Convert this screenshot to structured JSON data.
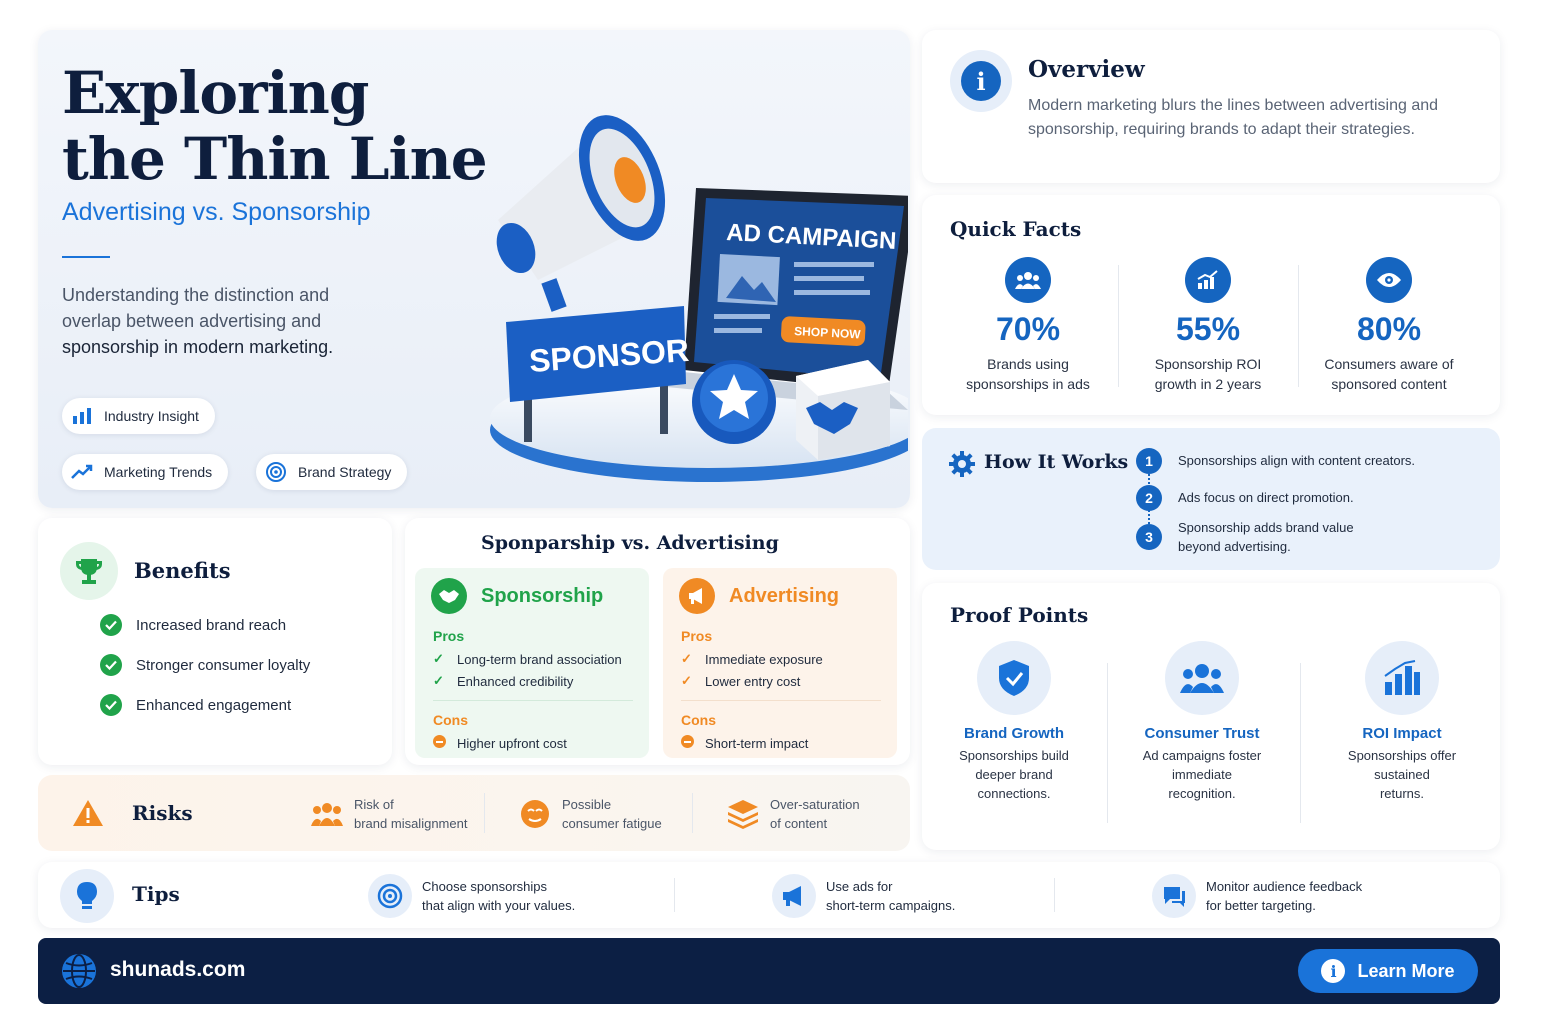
{
  "hero": {
    "title_line1": "Exploring",
    "title_line2": "the Thin Line",
    "subtitle": "Advertising vs. Sponsorship",
    "description": "Understanding the distinction and overlap between advertising and",
    "description_emphasis": "sponsorship in modern marketing.",
    "tags": [
      "Industry Insight",
      "Marketing Trends",
      "Brand Strategy"
    ],
    "illustration": {
      "laptop_heading": "AD CAMPAIGN",
      "laptop_button": "SHOP NOW",
      "sign_text": "SPONSOR"
    }
  },
  "overview": {
    "title": "Overview",
    "text": "Modern marketing blurs the lines between advertising and sponsorship, requiring brands to adapt their strategies."
  },
  "quick_facts": {
    "title": "Quick Facts",
    "items": [
      {
        "icon": "people-icon",
        "value": "70%",
        "label_line1": "Brands using",
        "label_line2": "sponsorships in ads"
      },
      {
        "icon": "growth-chart-icon",
        "value": "55%",
        "label_line1": "Sponsorship ROI",
        "label_line2": "growth in 2 years"
      },
      {
        "icon": "eye-icon",
        "value": "80%",
        "label_line1": "Consumers aware of",
        "label_line2": "sponsored content"
      }
    ]
  },
  "how_it_works": {
    "title": "How It Works",
    "steps": [
      {
        "num": "1",
        "line1": "Sponsorships align with content creators.",
        "line2": ""
      },
      {
        "num": "2",
        "line1": "Ads focus on direct promotion.",
        "line2": ""
      },
      {
        "num": "3",
        "line1": "Sponsorship adds brand value",
        "line2": "beyond advertising."
      }
    ]
  },
  "proof_points": {
    "title": "Proof Points",
    "items": [
      {
        "title": "Brand Growth",
        "l1": "Sponsorships build",
        "l2": "deeper brand",
        "l3": "connections."
      },
      {
        "title": "Consumer Trust",
        "l1": "Ad campaigns foster",
        "l2": "immediate",
        "l3": "recognition."
      },
      {
        "title": "ROI Impact",
        "l1": "Sponsorships offer",
        "l2": "sustained",
        "l3": "returns."
      }
    ]
  },
  "benefits": {
    "title": "Benefits",
    "items": [
      "Increased brand reach",
      "Stronger consumer loyalty",
      "Enhanced engagement"
    ]
  },
  "comparison": {
    "title": "Sponparship vs. Advertising",
    "sponsorship": {
      "title": "Sponsorship",
      "pros_label": "Pros",
      "pros": [
        "Long-term brand association",
        "Enhanced credibility"
      ],
      "cons_label": "Cons",
      "cons": [
        "Higher upfront cost"
      ]
    },
    "advertising": {
      "title": "Advertising",
      "pros_label": "Pros",
      "pros": [
        "Immediate exposure",
        "Lower entry cost"
      ],
      "cons_label": "Cons",
      "cons": [
        "Short-term impact"
      ]
    }
  },
  "risks": {
    "title": "Risks",
    "items": [
      {
        "l1": "Risk of",
        "l2": "brand misalignment"
      },
      {
        "l1": "Possible",
        "l2": "consumer fatigue"
      },
      {
        "l1": "Over-saturation",
        "l2": "of content"
      }
    ]
  },
  "tips": {
    "title": "Tips",
    "items": [
      {
        "l1": "Choose sponsorships",
        "l2": "that align with your values."
      },
      {
        "l1": "Use ads for",
        "l2": "short-term campaigns."
      },
      {
        "l1": "Monitor audience feedback",
        "l2": "for better targeting."
      }
    ]
  },
  "footer": {
    "site": "shunads.com",
    "button": "Learn More"
  },
  "colors": {
    "navy": "#0e1e3d",
    "blue": "#1565c0",
    "green": "#20a34a",
    "orange": "#f08a24",
    "footer": "#0c1f44"
  }
}
